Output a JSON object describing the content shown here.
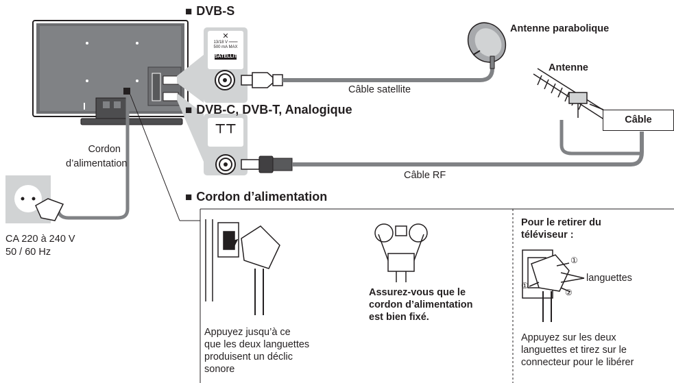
{
  "sections": {
    "dvbs": "DVB-S",
    "dvbc": "DVB-C, DVB-T, Analogique",
    "power": "Cordon d’alimentation"
  },
  "labels": {
    "dish": "Antenne parabolique",
    "antenna": "Antenne",
    "cable_box": "Câble",
    "satellite_cable": "Câble satellite",
    "rf_cable": "Câble RF",
    "power_cord_1": "Cordon",
    "power_cord_2": "d’alimentation",
    "voltage_1": "CA 220 à 240 V",
    "voltage_2": "50 / 60 Hz"
  },
  "satellite_terminal": {
    "spec_1": "13/18 V ═══",
    "spec_2": "500 mA MAX",
    "name": "SATELLITE"
  },
  "rf_terminal_symbol": "⊤⊤",
  "steps": {
    "step1": [
      "Appuyez jusqu’à ce",
      "que les deux languettes",
      "produisent un déclic",
      "sonore"
    ],
    "step2": [
      "Assurez-vous que le",
      "cordon d’alimentation",
      "est bien fixé."
    ],
    "step3_title": [
      "Pour le retirer du",
      "téléviseur :"
    ],
    "step3_tabs": "languettes",
    "step3_marker_1": "①",
    "step3_marker_2": "②",
    "step3": [
      "Appuyez sur les deux",
      "languettes et tirez sur le",
      "connecteur pour le libérer"
    ]
  },
  "colors": {
    "cable": "#808285",
    "panel": "#d1d3d4",
    "tv_dark": "#58595b",
    "line": "#231f20"
  }
}
